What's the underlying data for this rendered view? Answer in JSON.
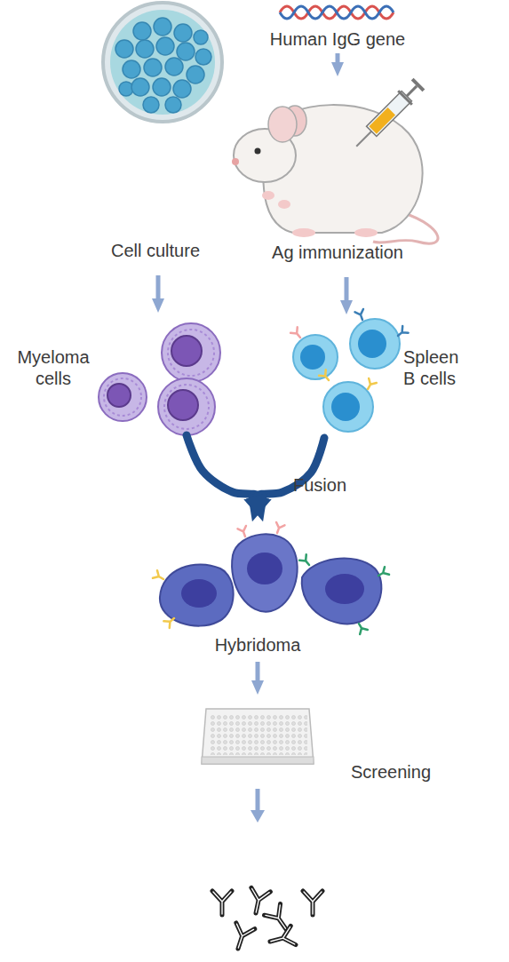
{
  "diagram": {
    "nodes": [
      {
        "text": [
          "Human IgG gene"
        ]
      },
      {
        "text": [
          "Cell culture"
        ]
      },
      {
        "text": [
          "Ag immunization"
        ]
      },
      {
        "text": [
          "Myeloma cells"
        ]
      },
      {
        "text": [
          "Spleen B cells"
        ]
      },
      {
        "text": [
          "Hybridoma"
        ]
      },
      {
        "text": [
          "Screening"
        ]
      }
    ],
    "edges": [
      {
        "from": 0,
        "to": 2,
        "arrow": "to"
      },
      {
        "from": 1,
        "to": 3,
        "arrow": "to"
      },
      {
        "from": 2,
        "to": 4,
        "arrow": "to"
      },
      {
        "from": 3,
        "to": 5,
        "arrow": "to"
      },
      {
        "from": 4,
        "to": 5,
        "label": "Fusion",
        "arrow": "to"
      },
      {
        "from": 5,
        "to": 6,
        "arrow": "to"
      }
    ]
  }
}
